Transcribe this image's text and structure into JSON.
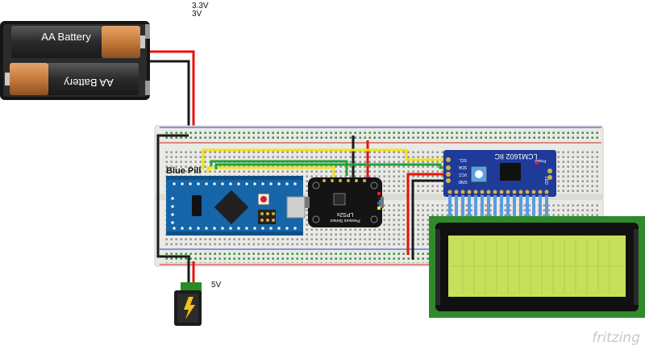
{
  "labels": {
    "voltage_top_1": "3.3V",
    "voltage_top_2": "3V",
    "voltage_bottom": "5V",
    "board_name": "Blue Pill",
    "battery_1": "AA Battery",
    "battery_2": "AA Battery",
    "lcd_module": "LCM1602 IIC",
    "lcd_pin_scl": "SCL",
    "lcd_pin_sda": "SDA",
    "lcd_pin_vcc": "VCC",
    "lcd_pin_gnd": "GND",
    "lcd_power": "Power",
    "lcd_led": "LED",
    "sensor_name": "LPS2x",
    "sensor_sub": "Pressure Sensor",
    "watermark": "fritzing"
  },
  "colors": {
    "wire_red": "#e8120c",
    "wire_black": "#1a1a1a",
    "wire_yellow": "#f2e21a",
    "wire_green": "#22a23a",
    "board_blue": "#1565a8",
    "breadboard": "#e9e9e6",
    "lcd_screen": "#c6e05a",
    "lcd_pins": "#5b9be0",
    "i2c_board": "#1f3b9a"
  }
}
